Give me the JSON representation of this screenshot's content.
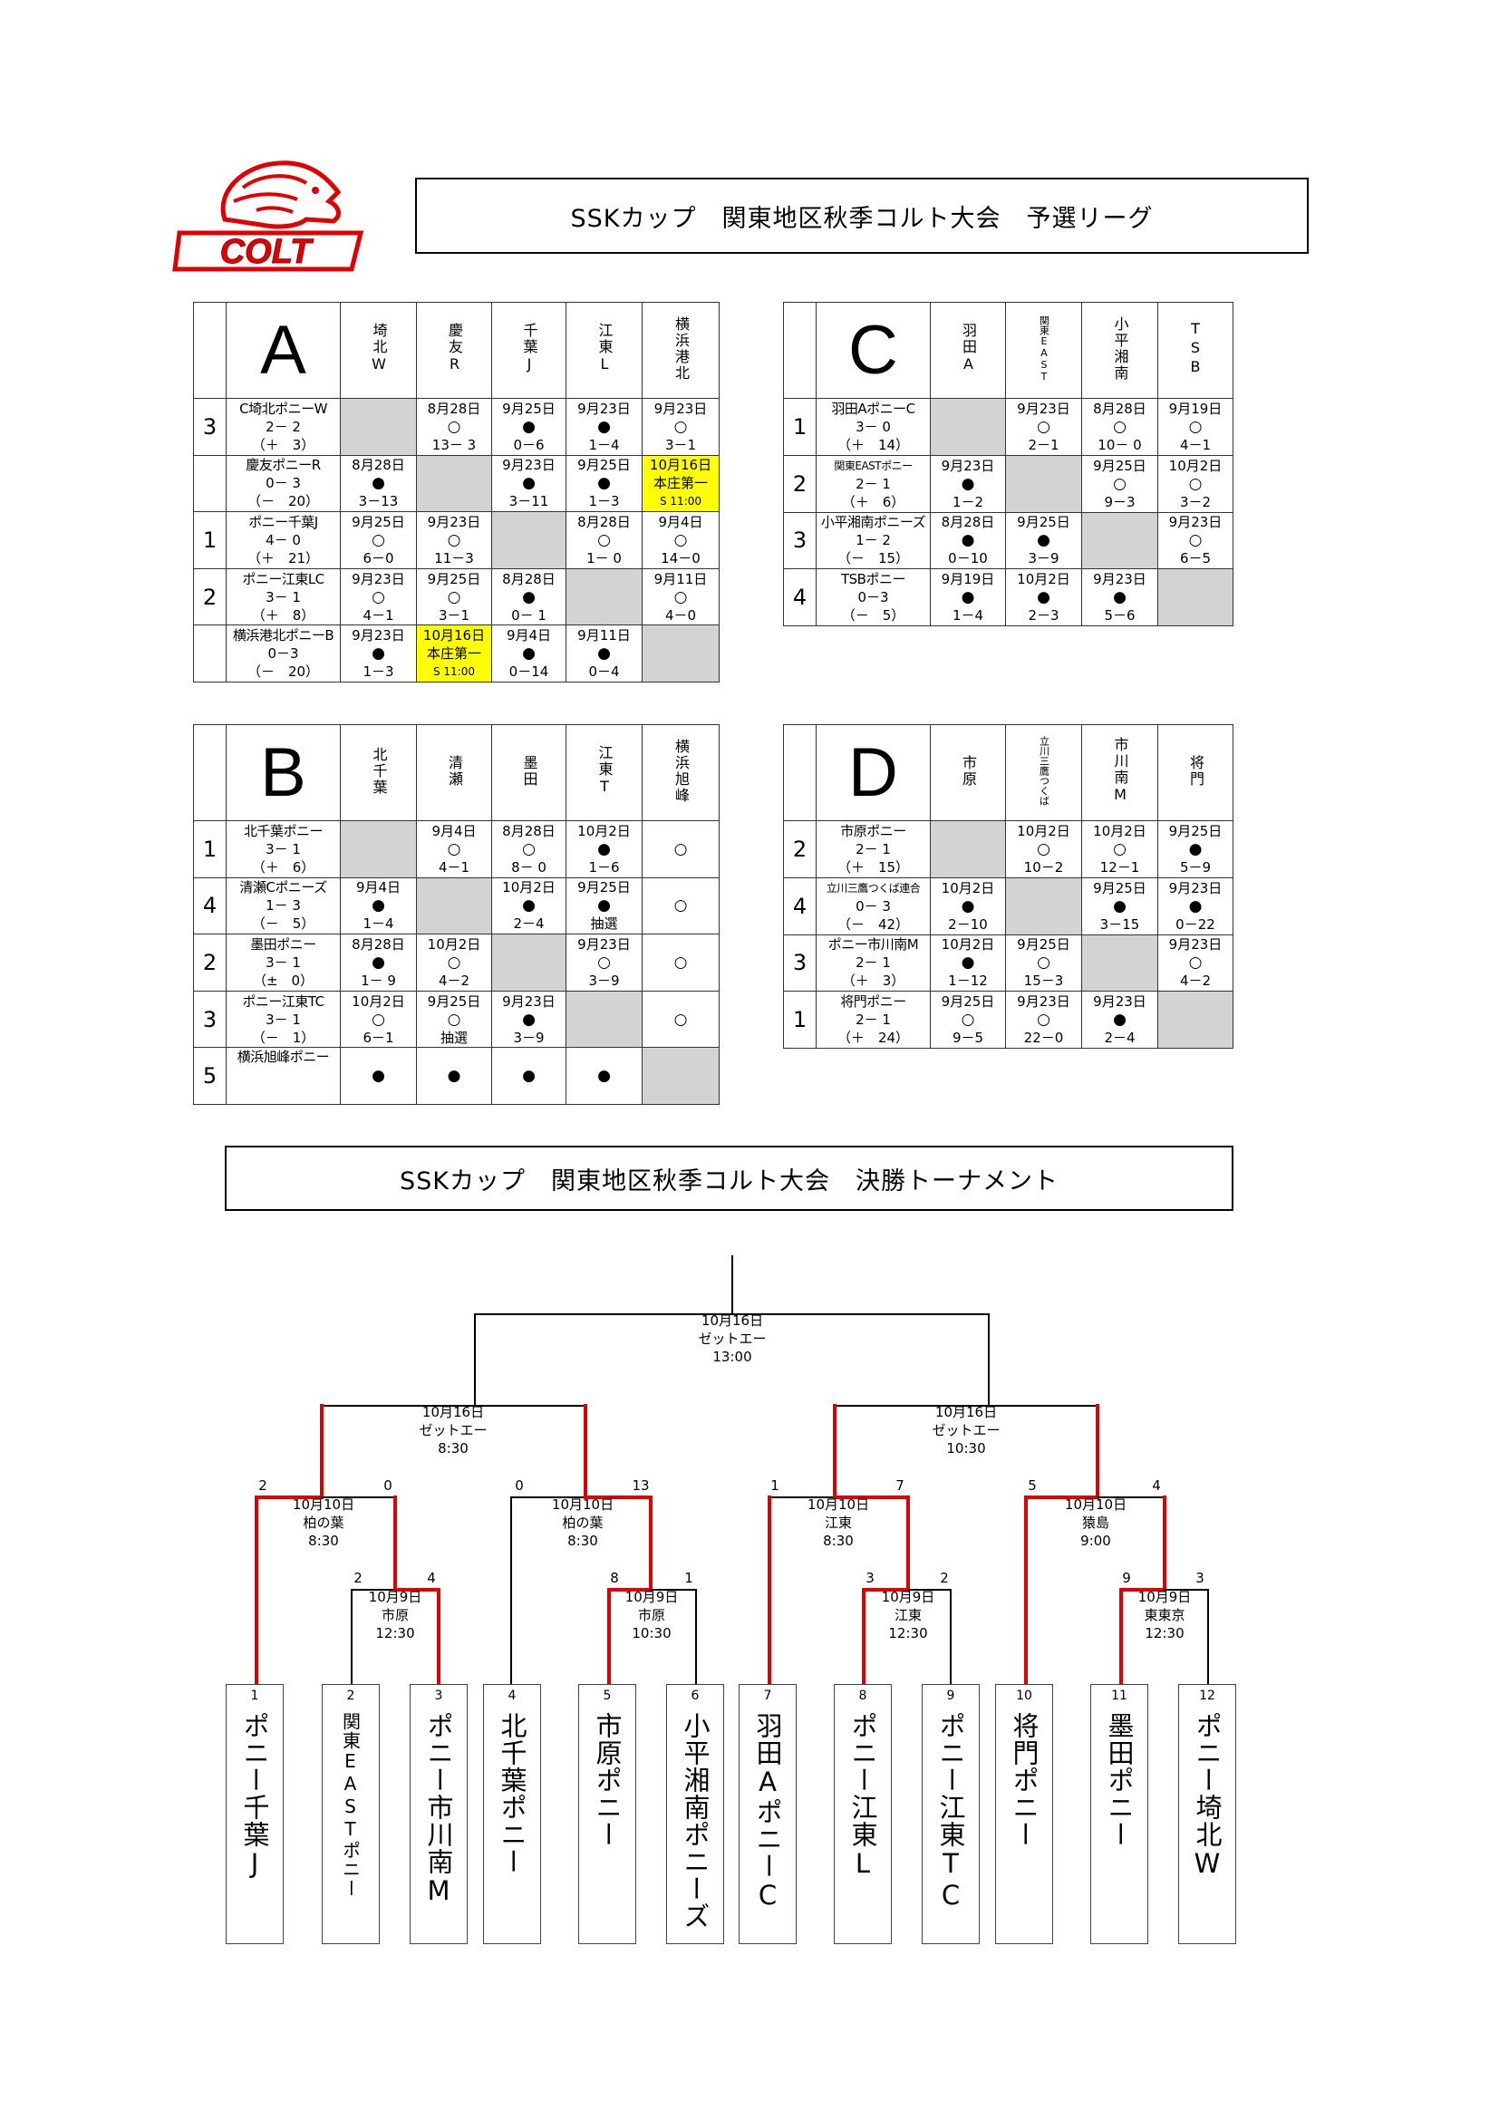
{
  "logo_text": "COLT",
  "colors": {
    "accent_red": "#e00000",
    "highlight": "#ffff00",
    "diagonal": "#d3d3d3"
  },
  "league_title": "SSKカップ　関東地区秋季コルト大会　予選リーグ",
  "tournament_title": "SSKカップ　関東地区秋季コルト大会　決勝トーナメント",
  "leagues": [
    {
      "letter": "A",
      "headers": [
        "埼北W",
        "慶友R",
        "千葉J",
        "江東L",
        "横浜港北"
      ],
      "rows": [
        {
          "rank": "3",
          "name": "C埼北ポニーW",
          "record": "2－ 2",
          "diff": "（＋　3）",
          "cells": [
            null,
            {
              "d": "8月28日",
              "m": "○",
              "s": "13－ 3"
            },
            {
              "d": "9月25日",
              "m": "●",
              "s": "0－6"
            },
            {
              "d": "9月23日",
              "m": "●",
              "s": "1－4"
            },
            {
              "d": "9月23日",
              "m": "○",
              "s": "3－1"
            }
          ]
        },
        {
          "rank": "",
          "name": "慶友ポニーR",
          "record": "0－ 3",
          "diff": "（－　20）",
          "cells": [
            {
              "d": "8月28日",
              "m": "●",
              "s": "3－13"
            },
            null,
            {
              "d": "9月23日",
              "m": "●",
              "s": "3－11"
            },
            {
              "d": "9月25日",
              "m": "●",
              "s": "1－3"
            },
            {
              "d": "10月16日",
              "v": "本庄第一",
              "t": "S 11:00",
              "hl": true
            }
          ]
        },
        {
          "rank": "1",
          "name": "ポニー千葉J",
          "record": "4－ 0",
          "diff": "（＋　21）",
          "cells": [
            {
              "d": "9月25日",
              "m": "○",
              "s": "6－0"
            },
            {
              "d": "9月23日",
              "m": "○",
              "s": "11－3"
            },
            null,
            {
              "d": "8月28日",
              "m": "○",
              "s": "1－ 0"
            },
            {
              "d": "9月4日",
              "m": "○",
              "s": "14－0"
            }
          ]
        },
        {
          "rank": "2",
          "name": "ポニー江東LC",
          "record": "3－ 1",
          "diff": "（＋　8）",
          "cells": [
            {
              "d": "9月23日",
              "m": "○",
              "s": "4－1"
            },
            {
              "d": "9月25日",
              "m": "○",
              "s": "3－1"
            },
            {
              "d": "8月28日",
              "m": "●",
              "s": "0－ 1"
            },
            null,
            {
              "d": "9月11日",
              "m": "○",
              "s": "4－0"
            }
          ]
        },
        {
          "rank": "",
          "name": "横浜港北ポニーB",
          "record": "0－3",
          "diff": "（－　20）",
          "cells": [
            {
              "d": "9月23日",
              "m": "●",
              "s": "1－3"
            },
            {
              "d": "10月16日",
              "v": "本庄第一",
              "t": "S 11:00",
              "hl": true
            },
            {
              "d": "9月4日",
              "m": "●",
              "s": "0－14"
            },
            {
              "d": "9月11日",
              "m": "●",
              "s": "0－4"
            },
            null
          ]
        }
      ]
    },
    {
      "letter": "C",
      "headers": [
        "羽田A",
        "関東EAST",
        "小平湘南",
        "TSB"
      ],
      "rows": [
        {
          "rank": "1",
          "name": "羽田AポニーC",
          "record": "3－ 0",
          "diff": "（＋　14）",
          "cells": [
            null,
            {
              "d": "9月23日",
              "m": "○",
              "s": "2－1"
            },
            {
              "d": "8月28日",
              "m": "○",
              "s": "10－ 0"
            },
            {
              "d": "9月19日",
              "m": "○",
              "s": "4－1"
            }
          ]
        },
        {
          "rank": "2",
          "name": "関東EASTポニー",
          "record": "2－ 1",
          "diff": "（＋　6）",
          "cells": [
            {
              "d": "9月23日",
              "m": "●",
              "s": "1－2"
            },
            null,
            {
              "d": "9月25日",
              "m": "○",
              "s": "9－3"
            },
            {
              "d": "10月2日",
              "m": "○",
              "s": "3－2"
            }
          ]
        },
        {
          "rank": "3",
          "name": "小平湘南ポニーズ",
          "record": "1－ 2",
          "diff": "（－　15）",
          "cells": [
            {
              "d": "8月28日",
              "m": "●",
              "s": "0－10"
            },
            {
              "d": "9月25日",
              "m": "●",
              "s": "3－9"
            },
            null,
            {
              "d": "9月23日",
              "m": "○",
              "s": "6－5"
            }
          ]
        },
        {
          "rank": "4",
          "name": "TSBポニー",
          "record": "0－3",
          "diff": "（－　5）",
          "cells": [
            {
              "d": "9月19日",
              "m": "●",
              "s": "1－4"
            },
            {
              "d": "10月2日",
              "m": "●",
              "s": "2－3"
            },
            {
              "d": "9月23日",
              "m": "●",
              "s": "5－6"
            },
            null
          ]
        }
      ]
    },
    {
      "letter": "B",
      "headers": [
        "北千葉",
        "清瀬",
        "墨田",
        "江東T",
        "横浜旭峰"
      ],
      "rows": [
        {
          "rank": "1",
          "name": "北千葉ポニー",
          "record": "3－ 1",
          "diff": "（＋　6）",
          "cells": [
            null,
            {
              "d": "9月4日",
              "m": "○",
              "s": "4－1"
            },
            {
              "d": "8月28日",
              "m": "○",
              "s": "8－ 0"
            },
            {
              "d": "10月2日",
              "m": "●",
              "s": "1－6"
            },
            {
              "m": "○"
            }
          ]
        },
        {
          "rank": "4",
          "name": "清瀬Cポニーズ",
          "record": "1－ 3",
          "diff": "（－　5）",
          "cells": [
            {
              "d": "9月4日",
              "m": "●",
              "s": "1－4"
            },
            null,
            {
              "d": "10月2日",
              "m": "●",
              "s": "2－4"
            },
            {
              "d": "9月25日",
              "m": "●",
              "s": "抽選"
            },
            {
              "m": "○"
            }
          ]
        },
        {
          "rank": "2",
          "name": "墨田ポニー",
          "record": "3－ 1",
          "diff": "（±　0）",
          "cells": [
            {
              "d": "8月28日",
              "m": "●",
              "s": "1－ 9"
            },
            {
              "d": "10月2日",
              "m": "○",
              "s": "4－2"
            },
            null,
            {
              "d": "9月23日",
              "m": "○",
              "s": "3－9"
            },
            {
              "m": "○"
            }
          ]
        },
        {
          "rank": "3",
          "name": "ポニー江東TC",
          "record": "3－ 1",
          "diff": "（－　1）",
          "cells": [
            {
              "d": "10月2日",
              "m": "○",
              "s": "6－1"
            },
            {
              "d": "9月25日",
              "m": "○",
              "s": "抽選"
            },
            {
              "d": "9月23日",
              "m": "●",
              "s": "3－9"
            },
            null,
            {
              "m": "○"
            }
          ]
        },
        {
          "rank": "5",
          "name": "横浜旭峰ポニー",
          "record": "",
          "diff": "",
          "cells": [
            {
              "m": "●"
            },
            {
              "m": "●"
            },
            {
              "m": "●"
            },
            {
              "m": "●"
            },
            null
          ]
        }
      ]
    },
    {
      "letter": "D",
      "headers": [
        "市原",
        "立川三鷹つくば",
        "市川南M",
        "将門"
      ],
      "rows": [
        {
          "rank": "2",
          "name": "市原ポニー",
          "record": "2－ 1",
          "diff": "（＋　15）",
          "cells": [
            null,
            {
              "d": "10月2日",
              "m": "○",
              "s": "10－2"
            },
            {
              "d": "10月2日",
              "m": "○",
              "s": "12－1"
            },
            {
              "d": "9月25日",
              "m": "●",
              "s": "5－9"
            }
          ]
        },
        {
          "rank": "4",
          "name": "立川三鷹つくば連合",
          "record": "0－ 3",
          "diff": "（－　42）",
          "cells": [
            {
              "d": "10月2日",
              "m": "●",
              "s": "2－10"
            },
            null,
            {
              "d": "9月25日",
              "m": "●",
              "s": "3－15"
            },
            {
              "d": "9月23日",
              "m": "●",
              "s": "0－22"
            }
          ]
        },
        {
          "rank": "3",
          "name": "ポニー市川南M",
          "record": "2－ 1",
          "diff": "（＋　3）",
          "cells": [
            {
              "d": "10月2日",
              "m": "●",
              "s": "1－12"
            },
            {
              "d": "9月25日",
              "m": "○",
              "s": "15－3"
            },
            null,
            {
              "d": "9月23日",
              "m": "○",
              "s": "4－2"
            }
          ]
        },
        {
          "rank": "1",
          "name": "将門ポニー",
          "record": "2－ 1",
          "diff": "（＋　24）",
          "cells": [
            {
              "d": "9月25日",
              "m": "○",
              "s": "9－5"
            },
            {
              "d": "9月23日",
              "m": "○",
              "s": "22－0"
            },
            {
              "d": "9月23日",
              "m": "●",
              "s": "2－4"
            },
            null
          ]
        }
      ]
    }
  ],
  "bracket": {
    "final": {
      "date": "10月16日",
      "venue": "ゼットエー",
      "time": "13:00"
    },
    "semis": [
      {
        "date": "10月16日",
        "venue": "ゼットエー",
        "time": "8:30"
      },
      {
        "date": "10月16日",
        "venue": "ゼットエー",
        "time": "10:30"
      }
    ],
    "quarters": [
      {
        "date": "10月10日",
        "venue": "柏の葉",
        "time": "8:30",
        "scores": [
          "2",
          "0"
        ]
      },
      {
        "date": "10月10日",
        "venue": "柏の葉",
        "time": "8:30",
        "scores": [
          "0",
          "13"
        ]
      },
      {
        "date": "10月10日",
        "venue": "江東",
        "time": "8:30",
        "scores": [
          "1",
          "7"
        ]
      },
      {
        "date": "10月10日",
        "venue": "猿島",
        "time": "9:00",
        "scores": [
          "5",
          "4"
        ]
      }
    ],
    "round1": [
      {
        "date": "10月9日",
        "venue": "市原",
        "time": "12:30",
        "scores": [
          "2",
          "4"
        ]
      },
      {
        "date": "10月9日",
        "venue": "市原",
        "time": "10:30",
        "scores": [
          "8",
          "1"
        ]
      },
      {
        "date": "10月9日",
        "venue": "江東",
        "time": "12:30",
        "scores": [
          "3",
          "2"
        ]
      },
      {
        "date": "10月9日",
        "venue": "東東京",
        "time": "12:30",
        "scores": [
          "9",
          "3"
        ]
      }
    ],
    "teams": [
      {
        "no": "1",
        "name": "ポニー千葉J"
      },
      {
        "no": "2",
        "name": "関東EASTポニー"
      },
      {
        "no": "3",
        "name": "ポニー市川南M"
      },
      {
        "no": "4",
        "name": "北千葉ポニー"
      },
      {
        "no": "5",
        "name": "市原ポニー"
      },
      {
        "no": "6",
        "name": "小平湘南ポニーズ"
      },
      {
        "no": "7",
        "name": "羽田AポニーC"
      },
      {
        "no": "8",
        "name": "ポニー江東L"
      },
      {
        "no": "9",
        "name": "ポニー江東TC"
      },
      {
        "no": "10",
        "name": "将門ポニー"
      },
      {
        "no": "11",
        "name": "墨田ポニー"
      },
      {
        "no": "12",
        "name": "ポニー埼北W"
      }
    ]
  }
}
